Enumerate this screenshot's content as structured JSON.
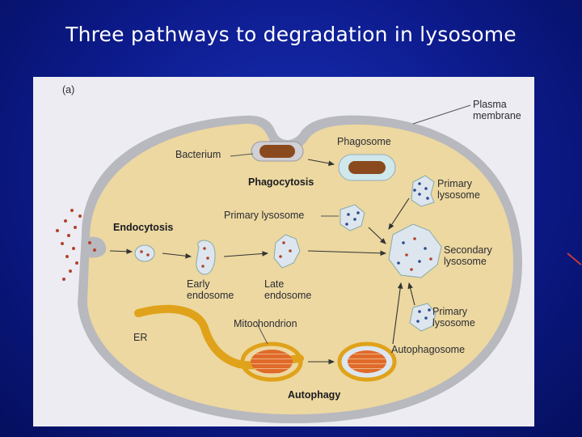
{
  "slide": {
    "title": "Three pathways to degradation in lysosome"
  },
  "figure": {
    "panel_label": "(a)",
    "labels": {
      "plasma_membrane_line1": "Plasma",
      "plasma_membrane_line2": "membrane",
      "phagosome": "Phagosome",
      "bacterium": "Bacterium",
      "phagocytosis": "Phagocytosis",
      "primary_lysosome_top_line1": "Primary",
      "primary_lysosome_top_line2": "lysosome",
      "primary_lysosome_middle": "Primary lysosome",
      "endocytosis": "Endocytosis",
      "secondary_lysosome_line1": "Secondary",
      "secondary_lysosome_line2": "lysosome",
      "early_endosome_line1": "Early",
      "early_endosome_line2": "endosome",
      "late_endosome_line1": "Late",
      "late_endosome_line2": "endosome",
      "primary_lysosome_bottom_line1": "Primary",
      "primary_lysosome_bottom_line2": "lysosome",
      "mitochondrion": "Mitochondrion",
      "er": "ER",
      "autophagosome": "Autophagosome",
      "autophagy": "Autophagy"
    }
  },
  "colors": {
    "cytoplasm": "#ecd8a0",
    "membrane": "#b6b6bd",
    "er": "#e0a21a",
    "bacterium": "#8b4a1e",
    "mitochondrion": "#e06a2a",
    "lysosome_dot_blue": "#2a4a8a",
    "lysosome_dot_red": "#b0432a"
  }
}
